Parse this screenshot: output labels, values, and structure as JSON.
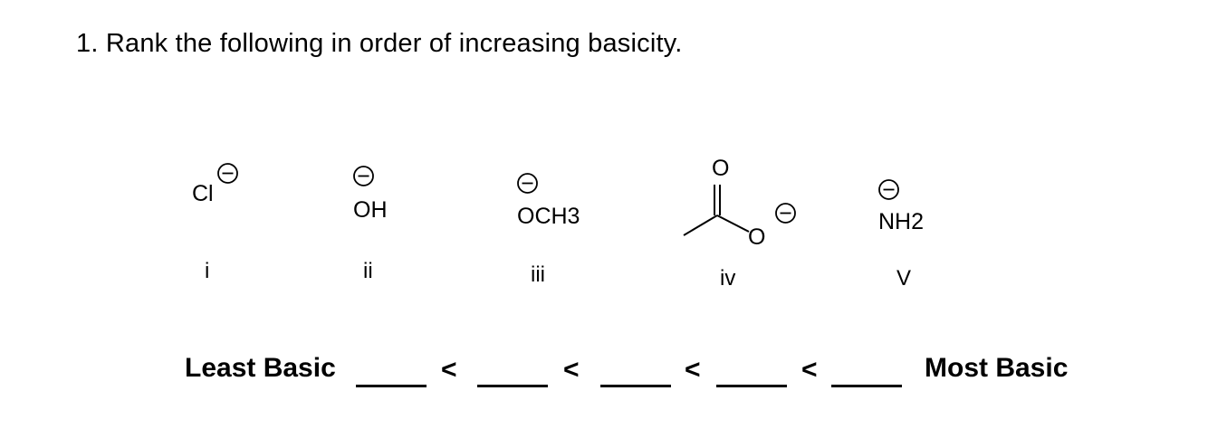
{
  "question": {
    "text": "1. Rank the following in order of increasing basicity."
  },
  "molecules": [
    {
      "formula": "Cl",
      "label": "i"
    },
    {
      "formula": "OH",
      "label": "ii"
    },
    {
      "formula": "OCH3",
      "label": "iii"
    },
    {
      "oxygen_top": "O",
      "oxygen_bottom": "O",
      "label": "iv"
    },
    {
      "formula": "NH2",
      "label": "V"
    }
  ],
  "ranking": {
    "least_label": "Least Basic",
    "most_label": "Most Basic",
    "separator": "<",
    "blank_count": 5
  },
  "charge_symbol": "minus-in-circle"
}
